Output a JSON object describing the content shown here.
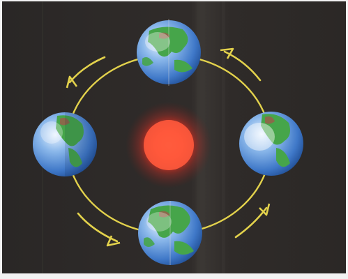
{
  "diagram": {
    "background_color": "#2d2a28",
    "border_color": "#f2f2f2",
    "orbit_color": "#e3d24c",
    "sun": {
      "core_color": "#ff5a3c",
      "glow_color": "#ff3a2a"
    },
    "earth": {
      "ocean_color": "#3f78c8",
      "land_color": "#46a54a",
      "highlight_color": "#e9f3ff"
    },
    "earth_positions": [
      "top",
      "left",
      "right",
      "bottom"
    ],
    "orbit_direction": "counter-clockwise",
    "arrow_icon": "chevron-arrow-icon"
  }
}
